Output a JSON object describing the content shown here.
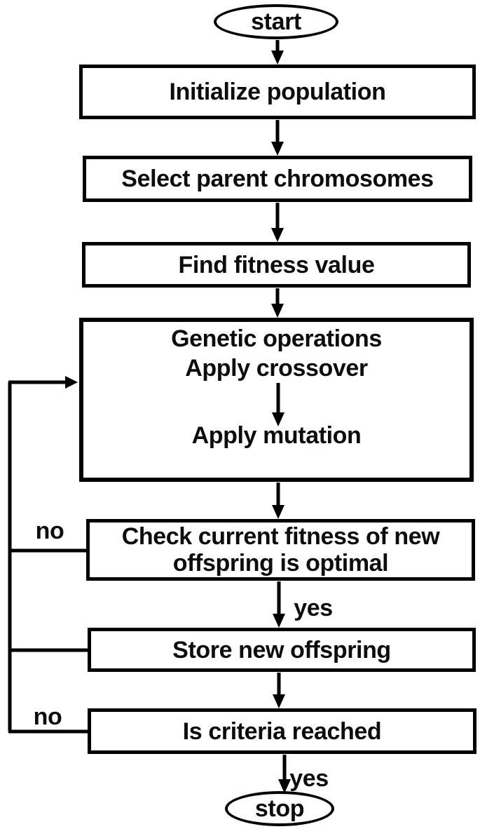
{
  "diagram": {
    "type": "flowchart",
    "background_color": "#ffffff",
    "stroke_color": "#000000",
    "text_color": "#0d0d0d",
    "nodes": {
      "start": {
        "shape": "oval",
        "label": "start"
      },
      "initialize": {
        "shape": "rect",
        "label": "Initialize population"
      },
      "select_parents": {
        "shape": "rect",
        "label": "Select parent chromosomes"
      },
      "find_fitness": {
        "shape": "rect",
        "label": "Find fitness value"
      },
      "genetic_operations": {
        "shape": "rect",
        "lines": [
          "Genetic operations",
          "Apply crossover",
          "Apply mutation"
        ]
      },
      "check_fitness": {
        "shape": "rect",
        "lines": [
          "Check current fitness of new",
          "offspring is optimal"
        ]
      },
      "store_offspring": {
        "shape": "rect",
        "label": "Store new offspring"
      },
      "criteria_reached": {
        "shape": "rect",
        "label": "Is criteria reached"
      },
      "stop": {
        "shape": "oval",
        "label": "stop"
      }
    },
    "edge_labels": {
      "check_fitness_no": "no",
      "check_fitness_yes": "yes",
      "criteria_no": "no",
      "criteria_yes": "yes"
    }
  }
}
